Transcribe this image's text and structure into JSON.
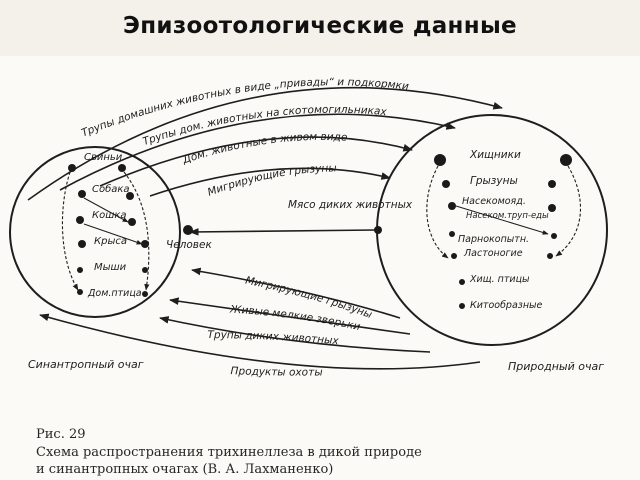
{
  "slide_title": "Эпизоотологические данные",
  "diagram": {
    "synanthropic_animals": [
      "Свиньи",
      "Собака",
      "Кошка",
      "Крыса",
      "Мыши",
      "Дом.птица"
    ],
    "human": "Человек",
    "wild_meat": "Мясо диких животных",
    "natural_animals": [
      "Хищники",
      "Грызуны",
      "Насекомояд.",
      "Насеком.труп-еды",
      "Парнокопытн.",
      "Ластоногие",
      "Хищ. птицы",
      "Китообразные"
    ],
    "top_arrows": [
      "Трупы домашних животных в виде „привады“ и подкормки",
      "Трупы дом. животных на скотомогильниках",
      "Дом. животные в живом виде",
      "Мигрирующие грызуны"
    ],
    "bottom_arrows": [
      "Мигрирующие грызуны",
      "Живые мелкие зверьки",
      "Трупы диких животных",
      "Продукты охоты"
    ],
    "synanthropic_focus_label": "Синантропный очаг",
    "natural_focus_label": "Природный очаг"
  },
  "caption": {
    "figure": "Рис. 29",
    "line1": "Схема распространения трихинеллеза в дикой природе",
    "line2": "и синантропных очагах (В. А. Лахманенко)"
  },
  "colors": {
    "ink": "#1e1e1e",
    "banner": "#f4f1ea"
  }
}
